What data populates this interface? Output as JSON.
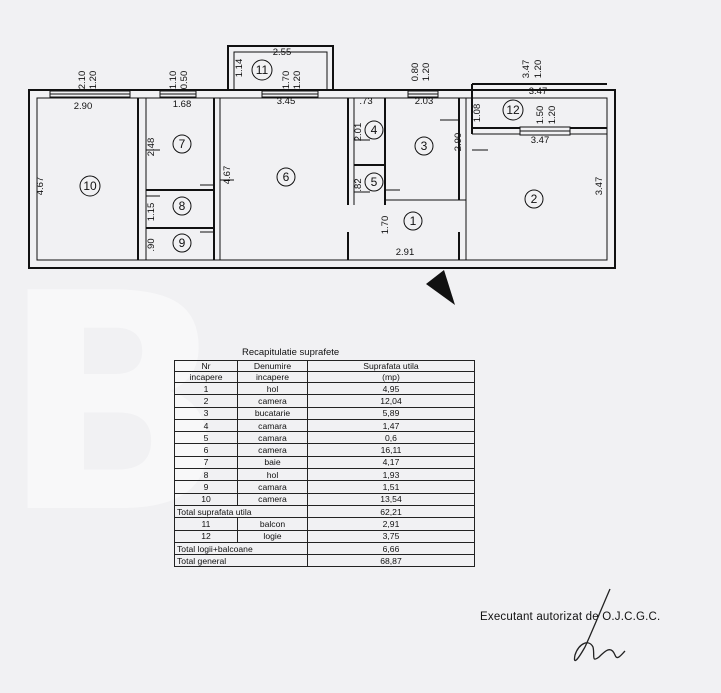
{
  "plan": {
    "rooms": [
      {
        "n": "1"
      },
      {
        "n": "2"
      },
      {
        "n": "3"
      },
      {
        "n": "4"
      },
      {
        "n": "5"
      },
      {
        "n": "6"
      },
      {
        "n": "7"
      },
      {
        "n": "8"
      },
      {
        "n": "9"
      },
      {
        "n": "10"
      },
      {
        "n": "11"
      },
      {
        "n": "12"
      }
    ],
    "dims": {
      "w10_top_a": "2.10",
      "w10_top_b": "1.20",
      "r10_width": "2.90",
      "r10_height": "4.67",
      "w7_top_a": "1.10",
      "w7_top_b": "0.50",
      "r7_width": "1.68",
      "r7_height": "2.48",
      "r8_height": "1.15",
      "r9_height": ".90",
      "r6_wall": "4.67",
      "r6_width": "3.45",
      "w6_a": "1.70",
      "w6_b": "1.20",
      "b11_side": "1.14",
      "b11_width": "2.55",
      "r4_width": ".73",
      "r4_height": "2.01",
      "r5_height": ".82",
      "r1_height": "1.70",
      "r1_width": "2.91",
      "w3_a": "0.80",
      "w3_b": "1.20",
      "r3_width": "2.03",
      "r3_height": "2.90",
      "w12_a": "3.47",
      "w12_b": "1.20",
      "r12_width": "3.47",
      "r12_side": "1.08",
      "w2_a": "1.50",
      "w2_b": "1.20",
      "r2_width": "3.47",
      "r2_height": "3.47"
    }
  },
  "table": {
    "title": "Recapitulatie suprafete",
    "headers": [
      [
        "Nr",
        "Denumire",
        "Suprafata utila"
      ],
      [
        "incapere",
        "incapere",
        "(mp)"
      ]
    ],
    "rows": [
      {
        "nr": "1",
        "name": "hol",
        "area": "4,95"
      },
      {
        "nr": "2",
        "name": "camera",
        "area": "12,04"
      },
      {
        "nr": "3",
        "name": "bucatarie",
        "area": "5,89"
      },
      {
        "nr": "4",
        "name": "camara",
        "area": "1,47"
      },
      {
        "nr": "5",
        "name": "camara",
        "area": "0,6"
      },
      {
        "nr": "6",
        "name": "camera",
        "area": "16,11"
      },
      {
        "nr": "7",
        "name": "baie",
        "area": "4,17"
      },
      {
        "nr": "8",
        "name": "hol",
        "area": "1,93"
      },
      {
        "nr": "9",
        "name": "camara",
        "area": "1,51"
      },
      {
        "nr": "10",
        "name": "camera",
        "area": "13,54"
      }
    ],
    "total_util": {
      "label": "Total suprafata utila",
      "area": "62,21"
    },
    "extra_rows": [
      {
        "nr": "11",
        "name": "balcon",
        "area": "2,91"
      },
      {
        "nr": "12",
        "name": "logie",
        "area": "3,75"
      }
    ],
    "total_logii": {
      "label": "Total logii+balcoane",
      "area": "6,66"
    },
    "total_general": {
      "label": "Total general",
      "area": "68,87"
    }
  },
  "signature_text": "Executant autorizat de O.J.C.G.C.",
  "colors": {
    "paper": "#f1f1f3",
    "ink": "#111111"
  }
}
